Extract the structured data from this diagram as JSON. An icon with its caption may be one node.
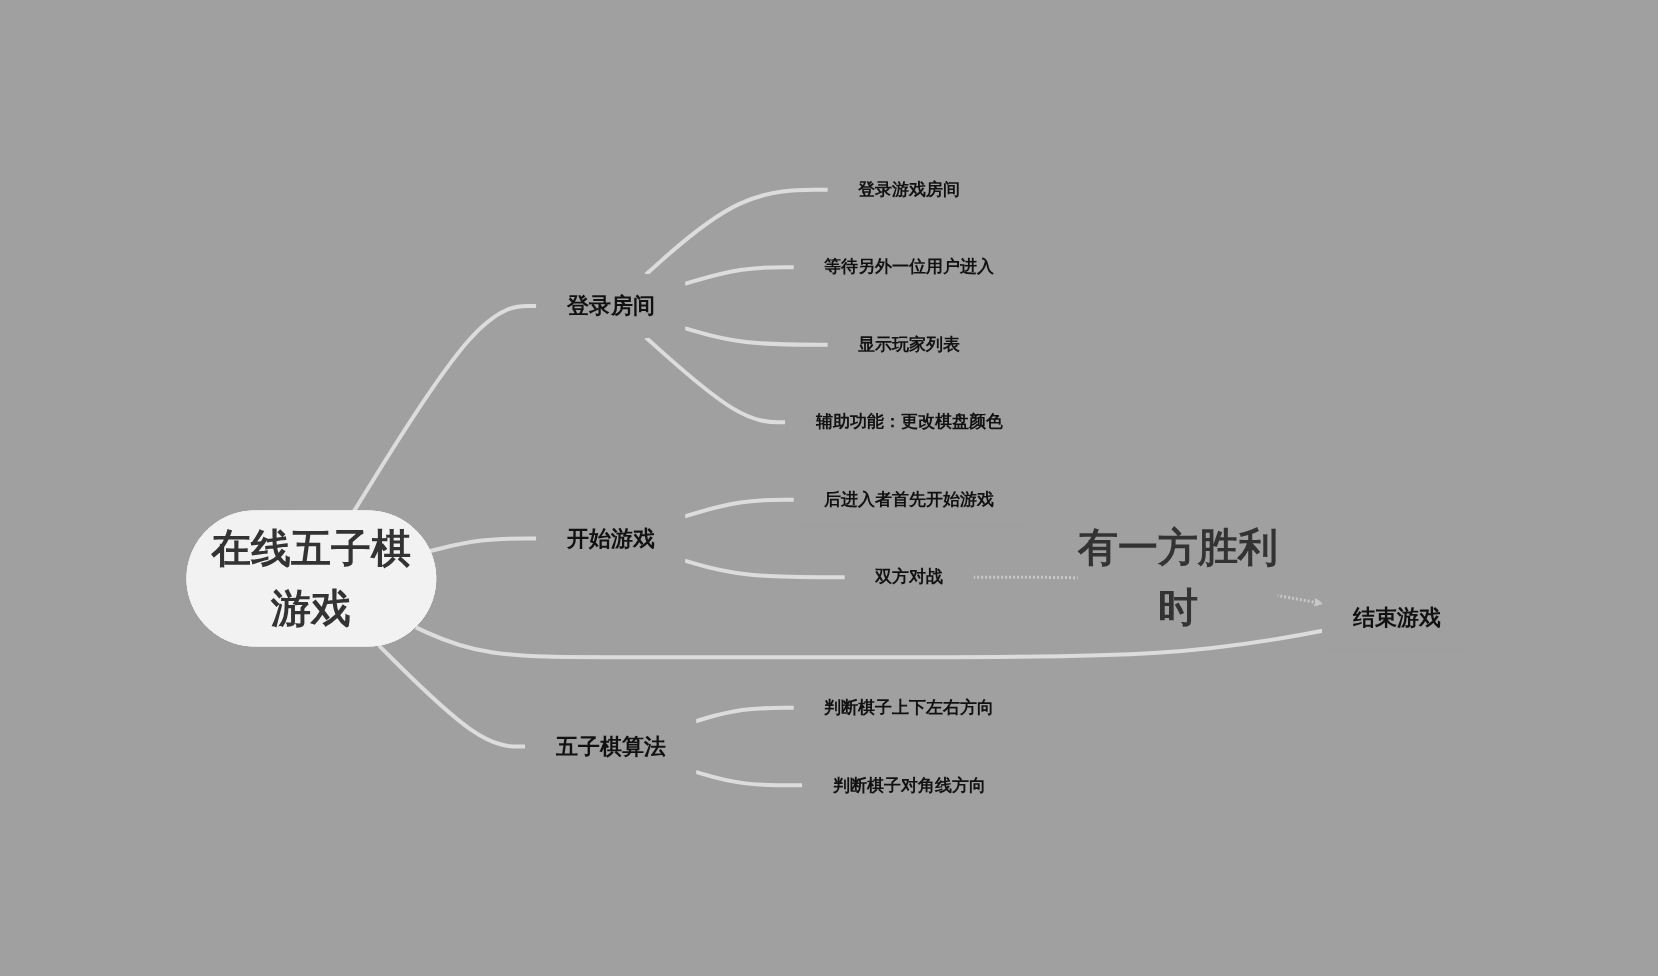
{
  "diagram": {
    "nodes": [
      {
        "text": [
          "在线五子棋游戏"
        ]
      },
      {
        "text": [
          "登录房间"
        ]
      },
      {
        "text": [
          "登录游戏房间"
        ]
      },
      {
        "text": [
          "等待另外一位用户进入"
        ]
      },
      {
        "text": [
          "显示玩家列表"
        ]
      },
      {
        "text": [
          "辅助功能：更改棋盘颜色"
        ]
      },
      {
        "text": [
          "开始游戏"
        ]
      },
      {
        "text": [
          "后进入者首先开始游戏"
        ]
      },
      {
        "text": [
          "双方对战"
        ]
      },
      {
        "text": [
          "结束游戏"
        ]
      },
      {
        "text": [
          "五子棋算法"
        ]
      },
      {
        "text": [
          "判断棋子上下左右方向"
        ]
      },
      {
        "text": [
          "判断棋子对角线方向"
        ]
      }
    ],
    "edges": [
      {
        "from": 0,
        "to": 1,
        "arrow": "none"
      },
      {
        "from": 1,
        "to": 2,
        "arrow": "none"
      },
      {
        "from": 1,
        "to": 3,
        "arrow": "none"
      },
      {
        "from": 1,
        "to": 4,
        "arrow": "none"
      },
      {
        "from": 1,
        "to": 5,
        "arrow": "none"
      },
      {
        "from": 0,
        "to": 6,
        "arrow": "none"
      },
      {
        "from": 6,
        "to": 7,
        "arrow": "none"
      },
      {
        "from": 6,
        "to": 8,
        "arrow": "none"
      },
      {
        "from": 0,
        "to": 9,
        "arrow": "none"
      },
      {
        "from": 8,
        "to": 9,
        "arrow": "to",
        "style": "dashed",
        "label": "有一方胜利时"
      },
      {
        "from": 0,
        "to": 10,
        "arrow": "none"
      },
      {
        "from": 10,
        "to": 11,
        "arrow": "none"
      },
      {
        "from": 10,
        "to": 12,
        "arrow": "none"
      }
    ]
  }
}
